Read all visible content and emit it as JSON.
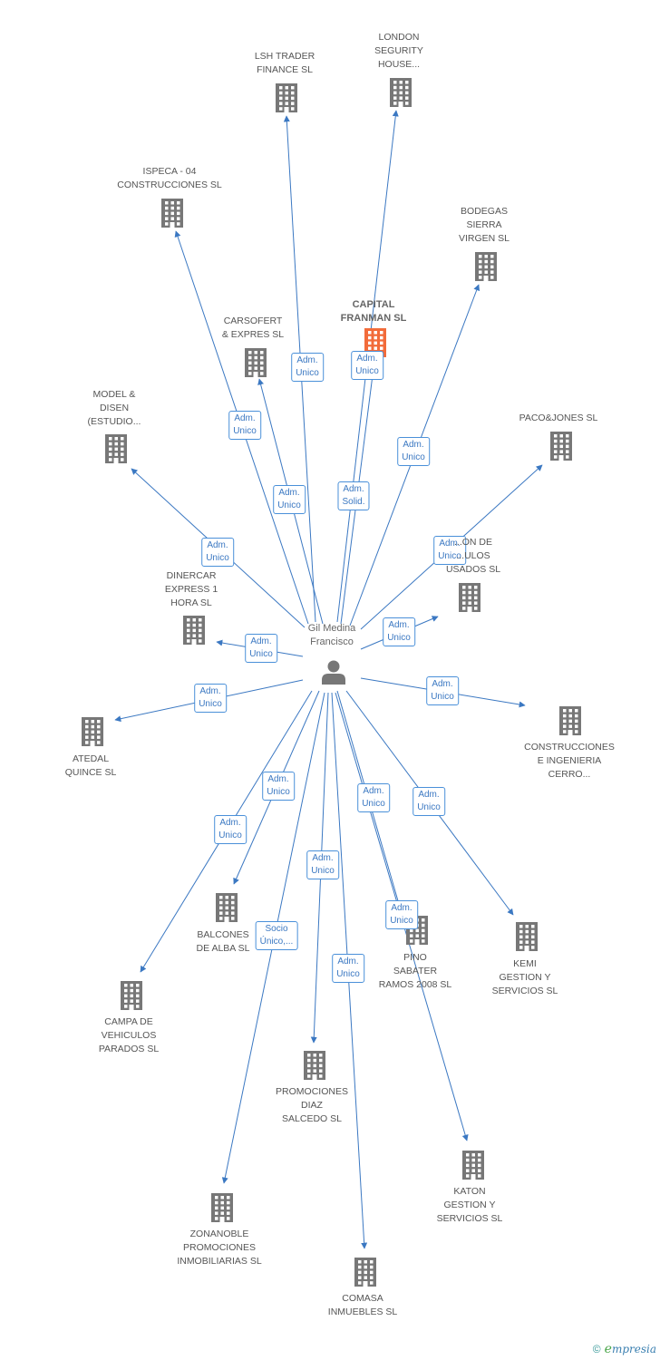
{
  "colors": {
    "edge": "#3b78c2",
    "building": "#777777",
    "building_highlight": "#f26b3a",
    "person": "#777777"
  },
  "person": {
    "lines": [
      "Gil Medina",
      "Francisco"
    ],
    "icon": "person-icon"
  },
  "companies": [
    {
      "id": "lsh",
      "lines": [
        "LSH TRADER",
        "FINANCE SL"
      ]
    },
    {
      "id": "london",
      "lines": [
        "LONDON",
        "SEGURITY",
        "HOUSE..."
      ]
    },
    {
      "id": "ispeca",
      "lines": [
        "ISPECA -  04",
        "CONSTRUCCIONES SL"
      ]
    },
    {
      "id": "bodegas",
      "lines": [
        "BODEGAS",
        "SIERRA",
        "VIRGEN SL"
      ]
    },
    {
      "id": "capital",
      "lines": [
        "CAPITAL",
        "FRANMAN SL"
      ],
      "highlight": true
    },
    {
      "id": "carsofert",
      "lines": [
        "CARSOFERT",
        "& EXPRES SL"
      ]
    },
    {
      "id": "model",
      "lines": [
        "MODEL &",
        "DISEN",
        "(ESTUDIO..."
      ]
    },
    {
      "id": "paco",
      "lines": [
        "PACO&JONES SL"
      ]
    },
    {
      "id": "vehiculos",
      "lines": [
        "...ON DE",
        "...ULOS",
        "USADOS SL"
      ]
    },
    {
      "id": "dinercar",
      "lines": [
        "DINERCAR",
        "EXPRESS 1",
        "HORA SL"
      ]
    },
    {
      "id": "atedal",
      "lines": [
        "ATEDAL",
        "QUINCE SL"
      ]
    },
    {
      "id": "construcciones",
      "lines": [
        "CONSTRUCCIONES",
        "E INGENIERIA",
        "CERRO..."
      ]
    },
    {
      "id": "balcones",
      "lines": [
        "BALCONES",
        "DE ALBA SL"
      ]
    },
    {
      "id": "pino",
      "lines": [
        "PINO",
        "SABATER",
        "RAMOS 2008 SL"
      ]
    },
    {
      "id": "kemi",
      "lines": [
        "KEMI",
        "GESTION Y",
        "SERVICIOS SL"
      ]
    },
    {
      "id": "campa",
      "lines": [
        "CAMPA DE",
        "VEHICULOS",
        "PARADOS SL"
      ]
    },
    {
      "id": "promociones",
      "lines": [
        "PROMOCIONES",
        "DIAZ",
        "SALCEDO SL"
      ]
    },
    {
      "id": "katon",
      "lines": [
        "KATON",
        "GESTION Y",
        "SERVICIOS SL"
      ]
    },
    {
      "id": "zonanoble",
      "lines": [
        "ZONANOBLE",
        "PROMOCIONES",
        "INMOBILIARIAS SL"
      ]
    },
    {
      "id": "comasa",
      "lines": [
        "COMASA",
        "INMUEBLES SL"
      ]
    }
  ],
  "edges": [
    {
      "target": "lsh",
      "lines": [
        "Adm.",
        "Unico"
      ]
    },
    {
      "target": "london",
      "lines": [
        "Adm.",
        "Unico"
      ]
    },
    {
      "target": "ispeca",
      "lines": [
        "Adm.",
        "Unico"
      ]
    },
    {
      "target": "bodegas",
      "lines": [
        "Adm.",
        "Unico"
      ]
    },
    {
      "target": "capital",
      "lines": [
        "Adm.",
        "Solid."
      ]
    },
    {
      "target": "carsofert",
      "lines": [
        "Adm.",
        "Unico"
      ]
    },
    {
      "target": "model",
      "lines": [
        "Adm.",
        "Unico"
      ]
    },
    {
      "target": "paco",
      "lines": [
        "Adm.",
        "Unico"
      ]
    },
    {
      "target": "vehiculos",
      "lines": [
        "Adm.",
        "Unico"
      ]
    },
    {
      "target": "dinercar",
      "lines": [
        "Adm.",
        "Unico"
      ]
    },
    {
      "target": "atedal",
      "lines": [
        "Adm.",
        "Unico"
      ]
    },
    {
      "target": "construcciones",
      "lines": [
        "Adm.",
        "Unico"
      ]
    },
    {
      "target": "balcones",
      "lines": [
        "Adm.",
        "Unico"
      ]
    },
    {
      "target": "pino",
      "lines": [
        "Adm.",
        "Unico"
      ]
    },
    {
      "target": "kemi",
      "lines": [
        "Adm.",
        "Unico"
      ]
    },
    {
      "target": "campa",
      "lines": [
        "Adm.",
        "Unico"
      ]
    },
    {
      "target": "promociones",
      "lines": [
        "Adm.",
        "Unico"
      ]
    },
    {
      "target": "katon",
      "lines": [
        "Adm.",
        "Unico"
      ]
    },
    {
      "target": "zonanoble",
      "lines": [
        "Socio",
        "Único,..."
      ]
    },
    {
      "target": "comasa",
      "lines": [
        "Adm.",
        "Unico"
      ]
    }
  ],
  "branding": {
    "copyright": "©",
    "logo_e": "e",
    "logo_rest": "mpresia"
  }
}
